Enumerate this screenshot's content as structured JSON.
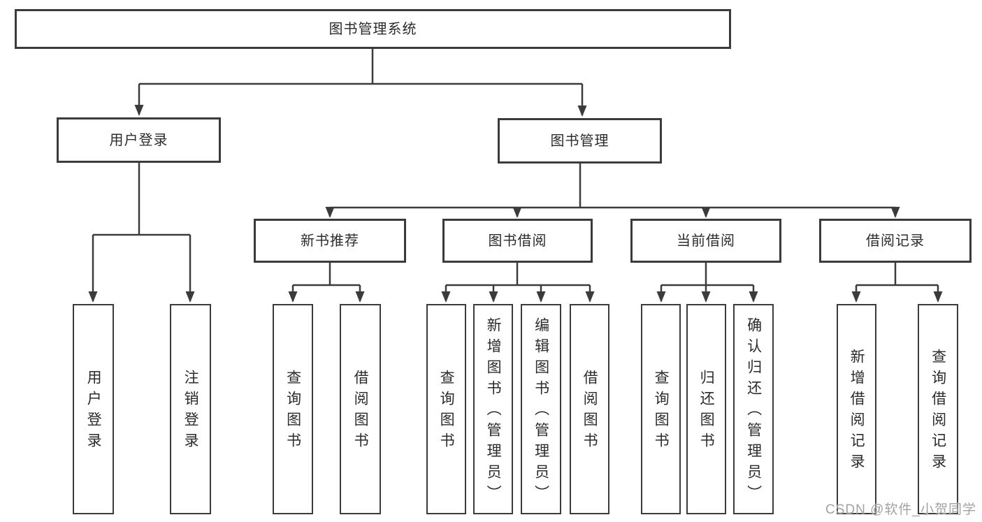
{
  "diagram": {
    "root": {
      "label": "图书管理系统"
    },
    "branches": [
      {
        "label": "用户登录",
        "children": [
          {
            "label": "用户登录"
          },
          {
            "label": "注销登录"
          }
        ]
      },
      {
        "label": "图书管理",
        "children": [
          {
            "label": "新书推荐",
            "children": [
              {
                "label": "查询图书"
              },
              {
                "label": "借阅图书"
              }
            ]
          },
          {
            "label": "图书借阅",
            "children": [
              {
                "label": "查询图书"
              },
              {
                "label": "新增图书（管理员）"
              },
              {
                "label": "编辑图书（管理员）"
              },
              {
                "label": "借阅图书"
              }
            ]
          },
          {
            "label": "当前借阅",
            "children": [
              {
                "label": "查询图书"
              },
              {
                "label": "归还图书"
              },
              {
                "label": "确认归还（管理员）"
              }
            ]
          },
          {
            "label": "借阅记录",
            "children": [
              {
                "label": "新增借阅记录"
              },
              {
                "label": "查询借阅记录"
              }
            ]
          }
        ]
      }
    ]
  },
  "watermark": {
    "text": "CSDN @软件_小贺同学",
    "color": "#a2a2a2"
  },
  "colors": {
    "line": "#3b3b3b",
    "box_border": "#3b3b3b",
    "box_background": "#ffffff",
    "text": "#2b2b2b",
    "page_background": "#ffffff"
  }
}
